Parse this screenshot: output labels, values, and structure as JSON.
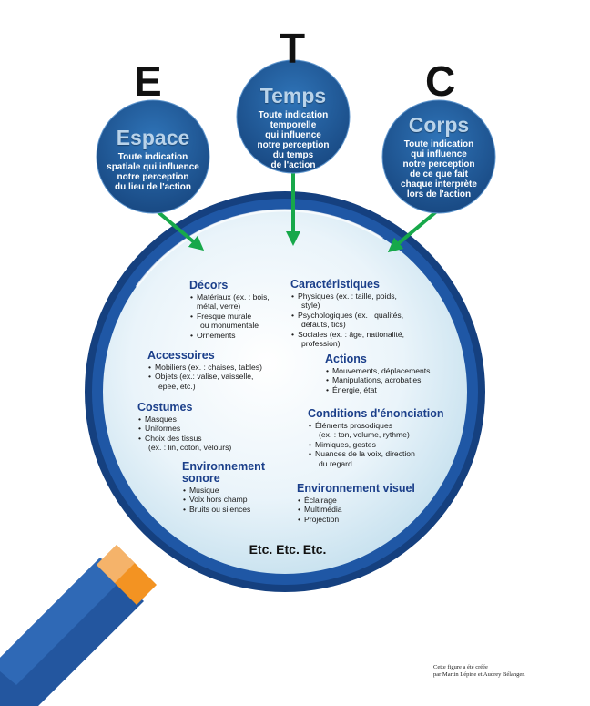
{
  "letters": {
    "e": "E",
    "t": "T",
    "c": "C"
  },
  "bubbles": {
    "espace": {
      "title": "Espace",
      "line1": "Toute indication",
      "line2": "spatiale qui influence",
      "line3": "notre perception",
      "line4": "du lieu de l'action",
      "line5": ""
    },
    "temps": {
      "title": "Temps",
      "line1": "Toute indication",
      "line2": "temporelle",
      "line3": "qui influence",
      "line4": "notre perception",
      "line5": "du temps",
      "line6": "de l'action"
    },
    "corps": {
      "title": "Corps",
      "line1": "Toute indication",
      "line2": "qui influence",
      "line3": "notre perception",
      "line4": "de ce que fait",
      "line5": "chaque interprète",
      "line6": "lors de l'action"
    }
  },
  "sections": {
    "decors": {
      "title": "Décors",
      "items": [
        "Matériaux (ex. : bois,",
        "métal, verre)",
        "Fresque murale",
        "ou monumentale",
        "Ornements"
      ]
    },
    "accessoires": {
      "title": "Accessoires",
      "items": [
        "Mobiliers (ex. : chaises, tables)",
        "Objets (ex.: valise, vaisselle,",
        "épée, etc.)"
      ]
    },
    "costumes": {
      "title": "Costumes",
      "items": [
        "Masques",
        "Uniformes",
        "Choix des tissus",
        "(ex. : lin, coton, velours)"
      ]
    },
    "env_sonore": {
      "title1": "Environnement",
      "title2": "sonore",
      "items": [
        "Musique",
        "Voix hors champ",
        "Bruits ou silences"
      ]
    },
    "caracteristiques": {
      "title": "Caractéristiques",
      "items": [
        "Physiques (ex. : taille, poids,",
        "style)",
        "Psychologiques (ex. : qualités,",
        "défauts, tics)",
        "Sociales (ex. : âge, nationalité,",
        "profession)"
      ]
    },
    "actions": {
      "title": "Actions",
      "items": [
        "Mouvements, déplacements",
        "Manipulations, acrobaties",
        "Énergie, état"
      ]
    },
    "conditions": {
      "title": "Conditions d'énonciation",
      "items": [
        "Éléments prosodiques",
        "(ex. : ton, volume, rythme)",
        "Mimiques, gestes",
        "Nuances de la voix, direction",
        "du regard"
      ]
    },
    "env_visuel": {
      "title": "Environnement visuel",
      "items": [
        "Éclairage",
        "Multimédia",
        "Projection"
      ]
    }
  },
  "etc": "Etc. Etc. Etc.",
  "credit": {
    "line1": "Cette figure a été créée",
    "line2": "par Martin Lépine et Audrey Bélanger."
  },
  "colors": {
    "navy": "#1b3f8a",
    "ring": "#1e4d97",
    "arrow": "#17a84a",
    "orange": "#f39322",
    "bubble": "#1c5aa3"
  }
}
